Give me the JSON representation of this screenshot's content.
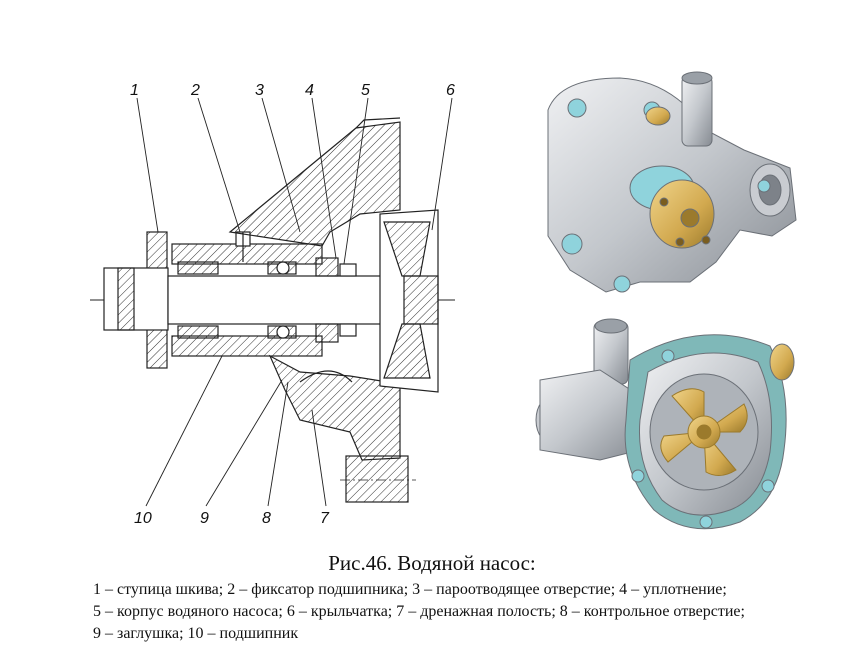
{
  "figure": {
    "callouts": [
      "1",
      "2",
      "3",
      "4",
      "5",
      "6",
      "10",
      "9",
      "8",
      "7"
    ]
  },
  "caption": {
    "title": "Рис.46. Водяной насос:",
    "legend_lines": [
      "1 – ступица шкива; 2 – фиксатор подшипника; 3 – пароотводящее отверстие; 4 – уплотнение;",
      "5 – корпус водяного насоса; 6 – крыльчатка; 7 – дренажная полость; 8 – контрольное отверстие;",
      "9 – заглушка; 10 – подшипник"
    ]
  },
  "colors": {
    "line": "#222222",
    "hatch": "#333333",
    "metal_light": "#e4e6e9",
    "metal_mid": "#b9bdc3",
    "metal_dark": "#7d8289",
    "brass": "#d8b35a",
    "brass_dark": "#9b7a2c",
    "gasket": "#7fb8b8",
    "accent_cyan": "#8fd3dc"
  }
}
